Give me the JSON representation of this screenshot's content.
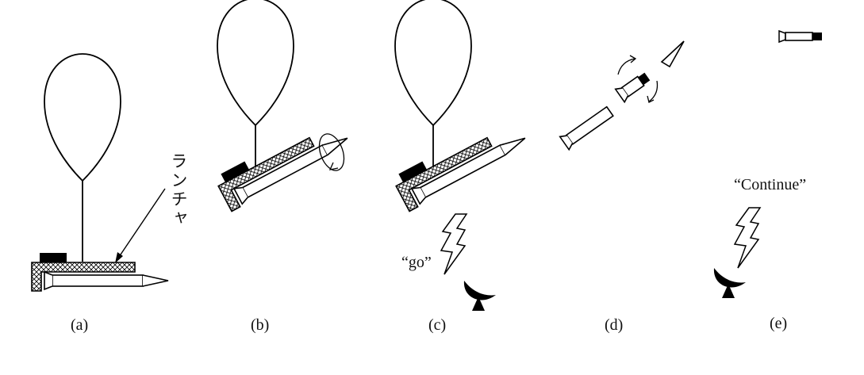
{
  "panels": [
    {
      "id": "a",
      "label": "(a)"
    },
    {
      "id": "b",
      "label": "(b)"
    },
    {
      "id": "c",
      "label": "(c)"
    },
    {
      "id": "d",
      "label": "(d)"
    },
    {
      "id": "e",
      "label": "(e)"
    }
  ],
  "annotations": {
    "launcher": "ランチャ",
    "go": "“go”",
    "continue": "“Continue”"
  },
  "colors": {
    "ink": "#000000",
    "paper": "#ffffff"
  }
}
